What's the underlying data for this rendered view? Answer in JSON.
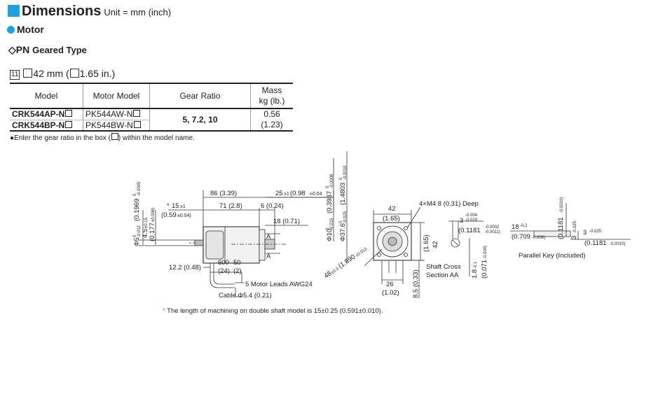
{
  "header": {
    "title": "Dimensions",
    "unit": "Unit = mm (inch)",
    "section": "Motor",
    "subtype_prefix": "◇PN",
    "subtype": "Geared Type",
    "figure_number": "11",
    "frame_size": "42 mm (",
    "frame_size_inch": "1.65 in.)"
  },
  "table": {
    "headers": [
      "Model",
      "Motor Model",
      "Gear Ratio",
      "Mass",
      "kg (lb.)"
    ],
    "rows": [
      {
        "model": "CRK544AP-N",
        "motor_model": "PK544AW-N",
        "mass_kg": "0.56",
        "mass_lb": "(1.23)"
      },
      {
        "model": "CRK544BP-N",
        "motor_model": "PK544BW-N"
      }
    ],
    "gear_ratio": "5, 7.2, 10"
  },
  "note_before": "●Enter the gear ratio in the box (",
  "note_after": ") within the model name.",
  "drawing": {
    "dims": {
      "d86": "86 (3.39)",
      "d25": "25",
      "d25tol": "±1",
      "d25in": "(0.98",
      "d25intol": "±0.04",
      "d71": "71 (2.8)",
      "d6": "6 (0.24)",
      "d15ast": "*",
      "d15": "15",
      "d15tol": "±1",
      "d059": "(0.59",
      "d059tol": "±0.04)",
      "d18": "18 (0.71)",
      "dA": "A",
      "d122": "12.2 (0.48)",
      "d600": "600",
      "d50": "50",
      "d24": "(24)",
      "d2": "(2)",
      "leads": "5 Motor Leads AWG24",
      "cable": "Cable Φ5.4 (0.21)",
      "phi5": "Φ5",
      "phi5tol": "-0.012",
      "phi5in": "(0.1969",
      "phi5intol": "-0.0005",
      "d45": "4.5",
      "d45tol": "±0.15",
      "d0177": "(0.177",
      "d0177tol": "±0.006)",
      "phi10": "Φ10",
      "phi10tol": "-0.015",
      "phi10in": "(0.3937",
      "phi10intol": "-0.0006",
      "phi376": "Φ37.6",
      "phi376tol": "-0.025",
      "phi376in": "(1.4803",
      "phi376intol": "-0.0010",
      "zero": "0",
      "d42": "42",
      "d165": "(1.65)",
      "m4": "4×M4 8 (0.31) Deep",
      "d48": "48",
      "d48tol": "±0.3",
      "d48in": "(1.890",
      "d48intol": "±0.012",
      "d26": "26",
      "d102": "(1.02)",
      "d85": "8.5 (0.33)",
      "section_line1": "Shaft Cross",
      "section_line2": "Section AA",
      "d3": "3",
      "d3tolA": "-0.004",
      "d3tolB": "-0.029",
      "d01181": "(0.1181",
      "d01181tolA": "-0.0002",
      "d01181tolB": "-0.0011)",
      "d18b": "1.8",
      "d18btol": "-0.1",
      "d0071": "(0.071",
      "d0071tol": "-0.004)",
      "d18c": "18",
      "d18ctol": "-0.2",
      "d0709": "(0.709",
      "d0709tol": "-0.008)",
      "d3b": "3",
      "d3btol": "-0.025",
      "d01181b": "(0.1181",
      "d01181btol": "-0.0010)",
      "parallel_key": "Parallel Key (Included)"
    }
  },
  "footnote": {
    "asterisk": "*",
    "text": " The length of machining on double shaft model is 15±0.25 (0.591±0.010)."
  }
}
